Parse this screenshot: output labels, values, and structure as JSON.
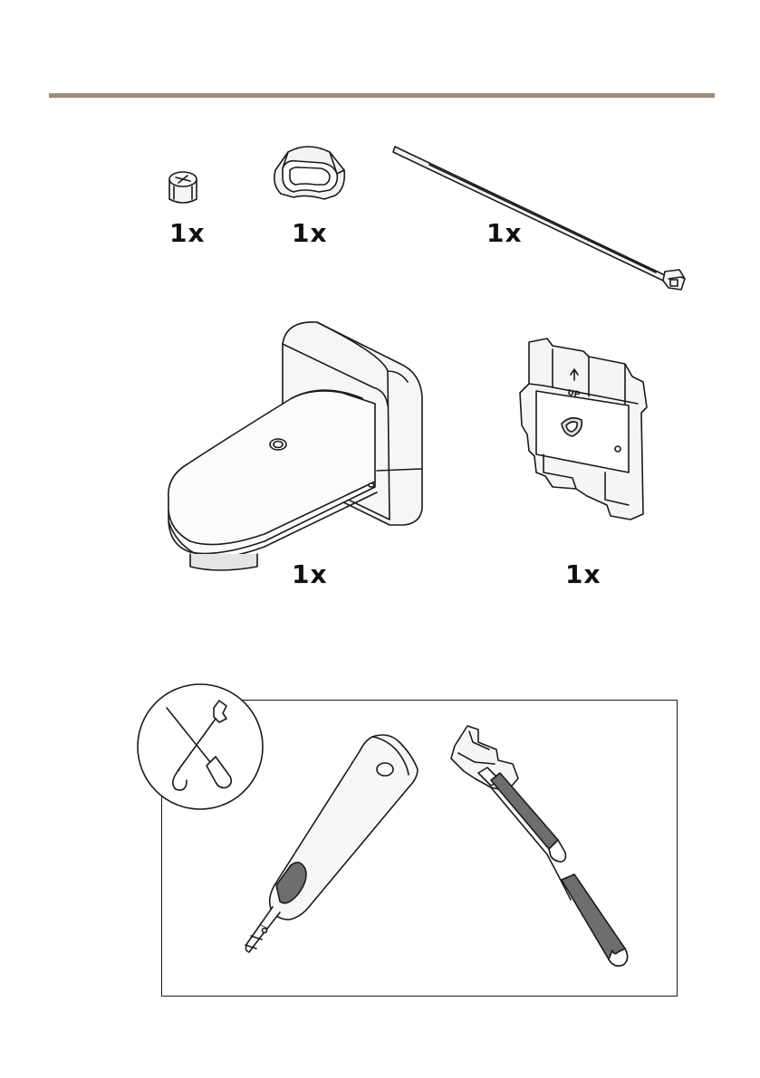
{
  "header": {
    "rule_color": "#9c8b7c"
  },
  "package_contents": [
    {
      "item": "screw",
      "quantity": "1x"
    },
    {
      "item": "cable-grommet",
      "quantity": "1x"
    },
    {
      "item": "cable-tie",
      "quantity": "1x"
    },
    {
      "item": "wall-bracket",
      "quantity": "1x"
    },
    {
      "item": "mounting-plate",
      "quantity": "1x",
      "plate_marking": "UP"
    }
  ],
  "required_tools": {
    "icon": "tools-icon",
    "tools": [
      "punch-down-tool",
      "cable-tie-tensioning-tool"
    ]
  }
}
